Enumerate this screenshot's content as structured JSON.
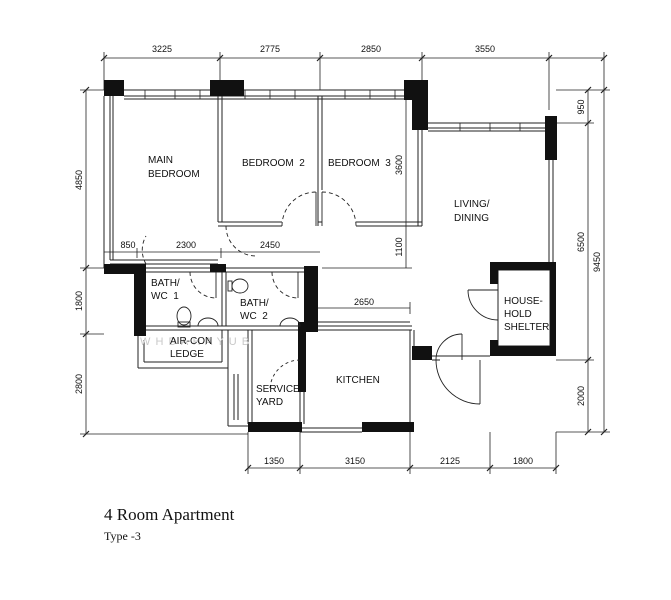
{
  "caption": {
    "title": "4 Room Apartment",
    "subtitle": "Type -3"
  },
  "dimensions": {
    "top": [
      "3225",
      "2775",
      "2850",
      "3550"
    ],
    "bottom": [
      "1350",
      "3150",
      "2125",
      "1800"
    ],
    "left": [
      "4850",
      "1800",
      "2800"
    ],
    "right_inner": [
      "950",
      "6500",
      "2000"
    ],
    "right_outer": "9450",
    "interior": {
      "bedroom3_depth": "3600",
      "bedroom3_offset": "1100",
      "bath_span_a": "850",
      "bath_span_b": "2300",
      "bath_span_c": "2450",
      "kitchen_top": "2650"
    }
  },
  "rooms": {
    "main_bedroom": [
      "MAIN",
      "BEDROOM"
    ],
    "bedroom2": "BEDROOM  2",
    "bedroom3": "BEDROOM  3",
    "living": [
      "LIVING/",
      "DINING"
    ],
    "bath1": [
      "BATH/",
      "WC  1"
    ],
    "bath2": [
      "BATH/",
      "WC  2"
    ],
    "aircon": [
      "AIR-CON",
      "LEDGE"
    ],
    "kitchen": "KITCHEN",
    "service": [
      "SERVICE",
      "YARD"
    ],
    "shelter": [
      "HOUSE-",
      "HOLD",
      "SHELTER"
    ]
  },
  "watermark": "W   H   D   A   H   A   Y   U   B"
}
